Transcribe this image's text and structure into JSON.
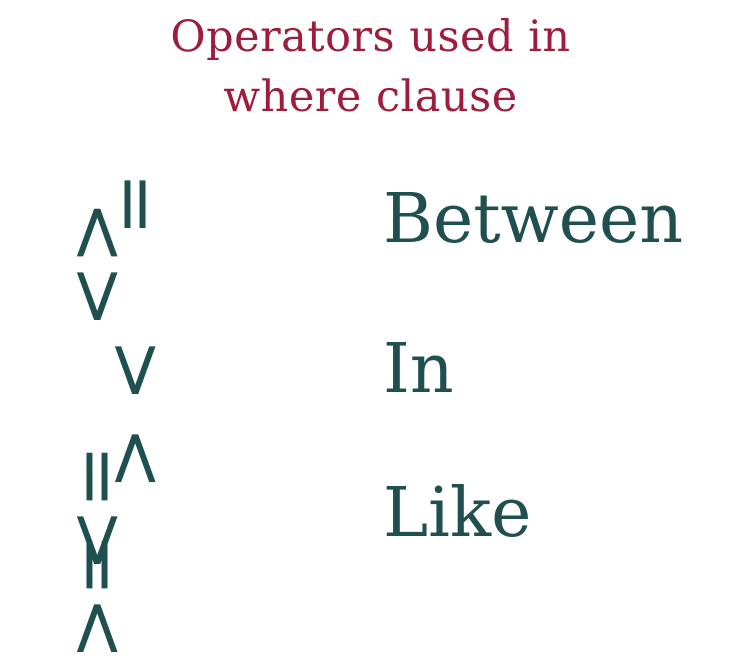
{
  "title": {
    "line1": "Operators used in",
    "line2": "where clause"
  },
  "operators": [
    "=",
    "<>",
    "<",
    ">",
    "<=",
    ">="
  ],
  "keywords": [
    "Between",
    "In",
    "Like"
  ],
  "colors": {
    "title": "#9e1c3c",
    "text": "#1f4f4f",
    "background": "#ffffff"
  }
}
